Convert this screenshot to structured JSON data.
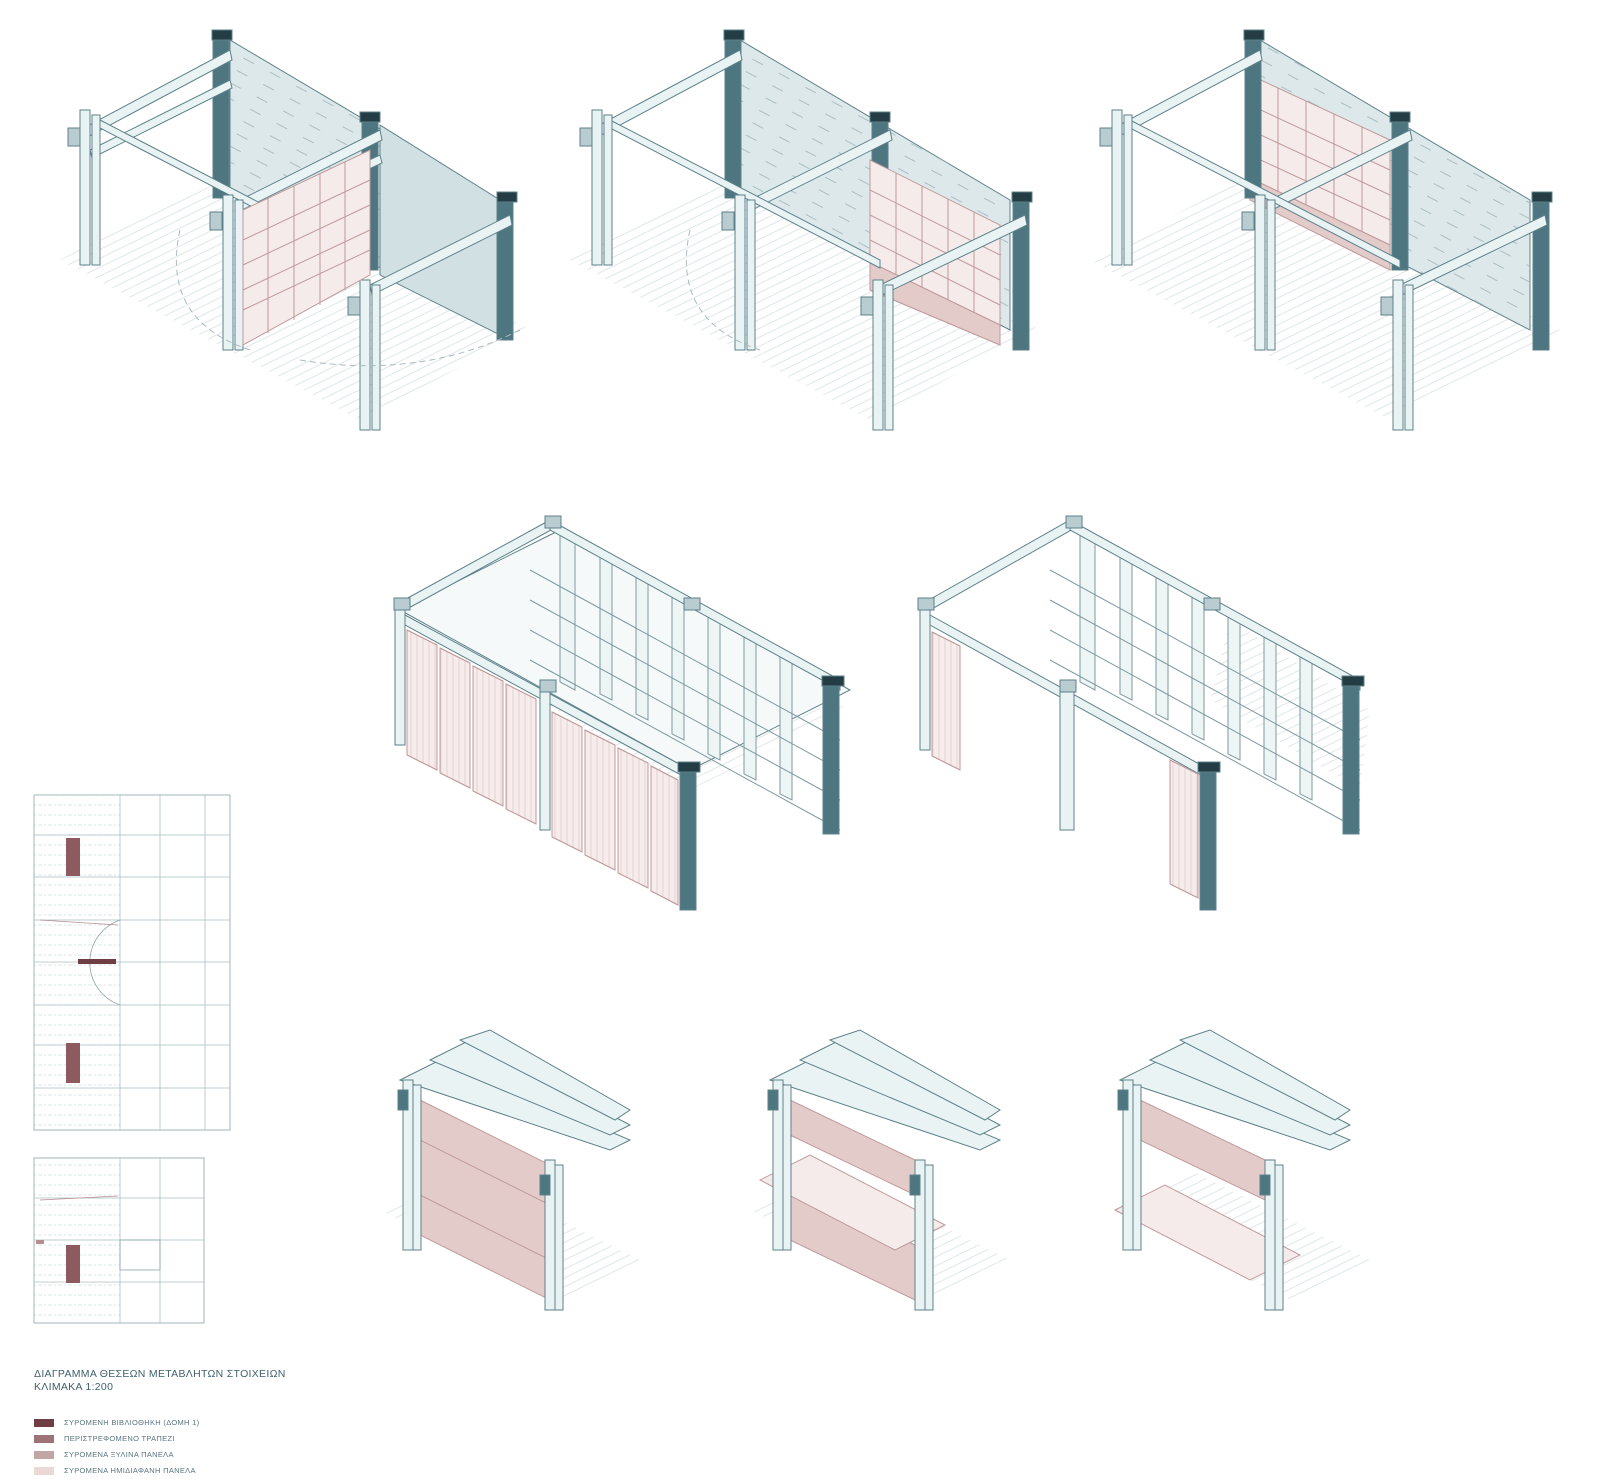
{
  "caption": {
    "title": "ΔΙΑΓΡΑΜΜΑ ΘΕΣΕΩΝ ΜΕΤΑΒΛΗΤΩΝ ΣΤΟΙΧΕΙΩΝ",
    "scale": "ΚΛΙΜΑΚΑ 1:200"
  },
  "legend": [
    {
      "label": "ΣΥΡΟΜΕΝΗ ΒΙΒΛΙΟΘΗΚΗ (ΔΟΜΗ 1)",
      "color": "#6e3e44"
    },
    {
      "label": "ΠΕΡΙΣΤΡΕΦΟΜΕΝΟ ΤΡΑΠΕΖΙ",
      "color": "#9c7478"
    },
    {
      "label": "ΣΥΡΟΜΕΝΑ ΞΥΛΙΝΑ ΠΑΝΕΛΑ",
      "color": "#c0a7a6"
    },
    {
      "label": "ΣΥΡΟΜΕΝΑ ΗΜΙΔΙΑΦΑΝΗ ΠΑΝΕΛΑ",
      "color": "#ead9d4"
    }
  ],
  "colors": {
    "line": "#5d8089",
    "column": "#e9f3f3",
    "column_dark": "#4d7680",
    "cap": "#243c44",
    "glass": "#dce8ea",
    "shelf": "#c09a9b",
    "panel": "#e3cbca",
    "table": "#7a454b"
  }
}
